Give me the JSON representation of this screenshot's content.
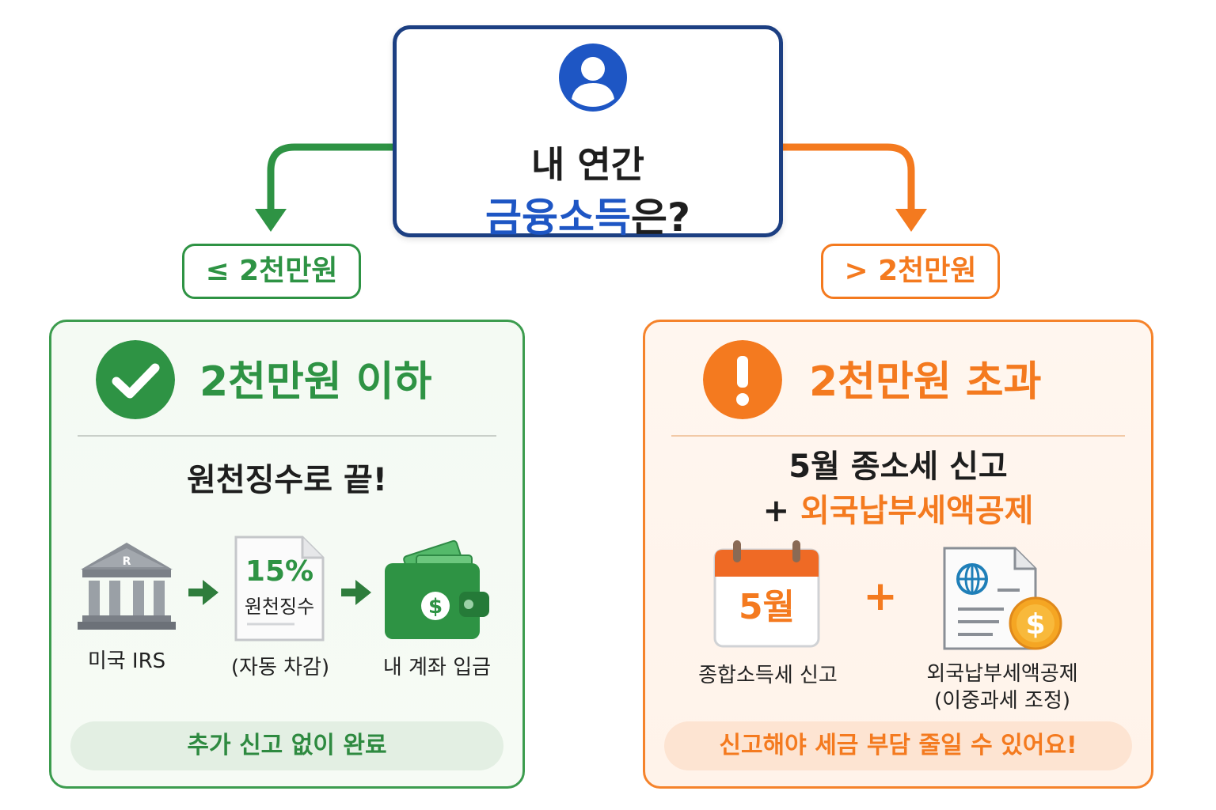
{
  "question": {
    "line1": "내 연간",
    "line2_highlight": "금융소득",
    "line2_rest": "은?"
  },
  "thresholds": {
    "left": "≤ 2천만원",
    "right": "> 2천만원"
  },
  "left_panel": {
    "title": "2천만원 이하",
    "subtitle": "원천징수로 끝!",
    "steps": [
      {
        "icon": "bank-icon",
        "building_mark": "R",
        "label": "미국 IRS"
      },
      {
        "icon": "document-icon",
        "doc_rate": "15%",
        "doc_text": "원천징수",
        "label": "(자동 차감)"
      },
      {
        "icon": "wallet-icon",
        "label": "내 계좌 입금"
      }
    ],
    "footer": "추가 신고 없이 완료",
    "accent": "#2e9344"
  },
  "right_panel": {
    "title": "2천만원 초과",
    "subtitle_line1": "5월 종소세 신고",
    "subtitle_plus": "+",
    "subtitle_highlight": "외국납부세액공제",
    "items": [
      {
        "icon": "calendar-icon",
        "calendar_text": "5월",
        "label": "종합소득세 신고"
      },
      {
        "icon": "foreign-tax-document-icon",
        "label": "외국납부세액공제",
        "sublabel": "(이중과세 조정)"
      }
    ],
    "plus": "+",
    "footer": "신고해야 세금 부담 줄일 수 있어요!",
    "accent": "#f47a1f"
  },
  "colors": {
    "navy": "#1c3f82",
    "blue": "#1e56c4",
    "green": "#2e9344",
    "orange": "#f47a1f"
  }
}
